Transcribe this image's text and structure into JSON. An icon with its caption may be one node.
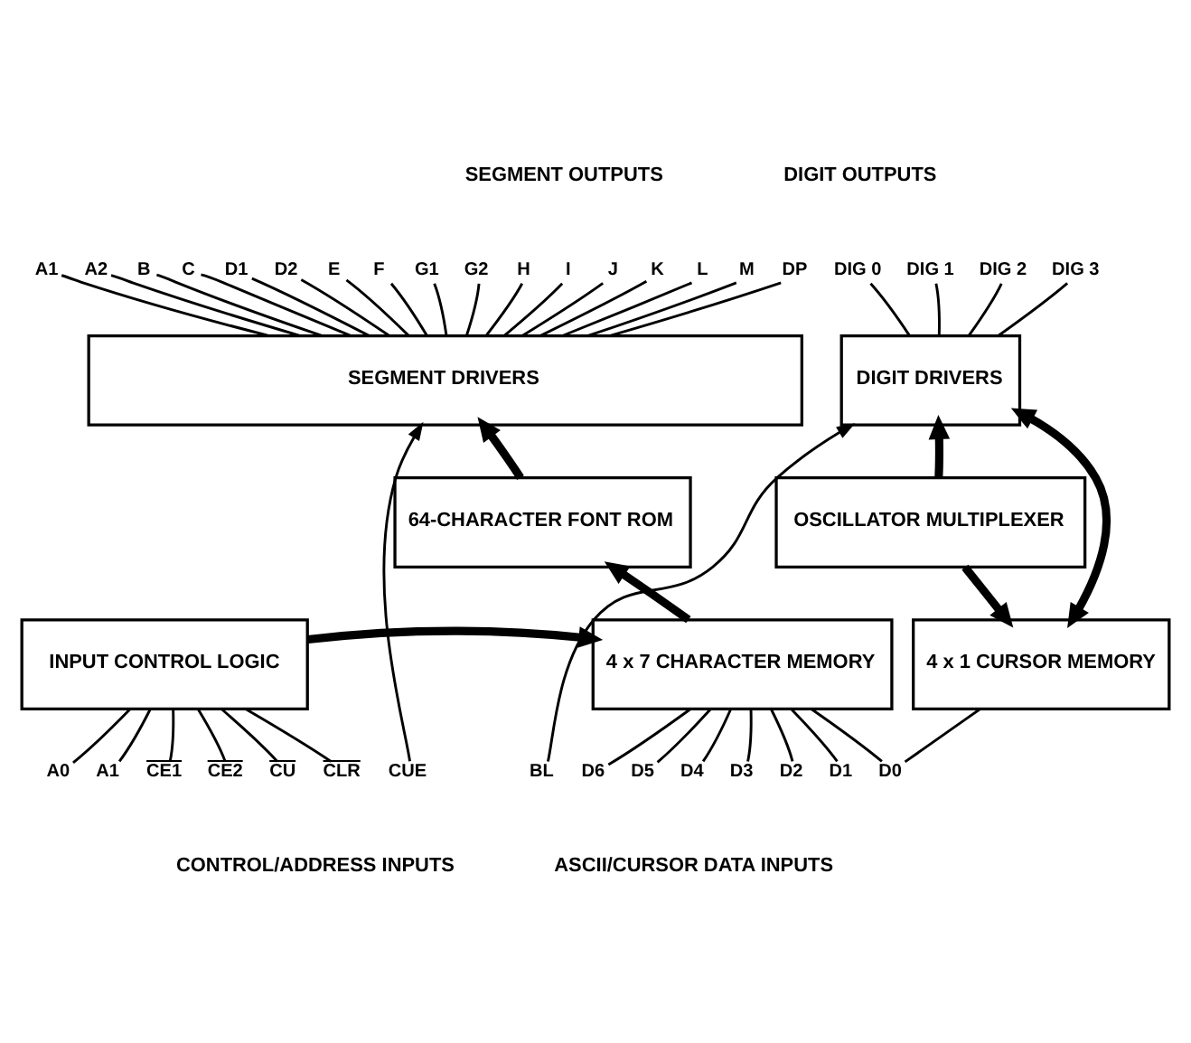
{
  "diagram": {
    "nodes": [
      {
        "text": [
          "A1"
        ]
      },
      {
        "text": [
          "A2"
        ]
      },
      {
        "text": [
          "B"
        ]
      },
      {
        "text": [
          "C"
        ]
      },
      {
        "text": [
          "D1"
        ]
      },
      {
        "text": [
          "D2"
        ]
      },
      {
        "text": [
          "E"
        ]
      },
      {
        "text": [
          "F"
        ]
      },
      {
        "text": [
          "G1"
        ]
      },
      {
        "text": [
          "G2"
        ]
      },
      {
        "text": [
          "H"
        ]
      },
      {
        "text": [
          "I"
        ]
      },
      {
        "text": [
          "J"
        ]
      },
      {
        "text": [
          "K"
        ]
      },
      {
        "text": [
          "L"
        ]
      },
      {
        "text": [
          "M"
        ]
      },
      {
        "text": [
          "DP"
        ]
      },
      {
        "text": [
          "DIG 0"
        ]
      },
      {
        "text": [
          "DIG 1"
        ]
      },
      {
        "text": [
          "DIG 2"
        ]
      },
      {
        "text": [
          "DIG 3"
        ]
      },
      {
        "text": [
          "SEGMENT DRIVERS"
        ]
      },
      {
        "text": [
          "DIGIT DRIVERS"
        ]
      },
      {
        "text": [
          "64-CHARACTER FONT ROM"
        ]
      },
      {
        "text": [
          "OSCILLATOR MULTIPLEXER"
        ]
      },
      {
        "text": [
          "INPUT CONTROL LOGIC"
        ]
      },
      {
        "text": [
          "4 x 7 CHARACTER MEMORY"
        ]
      },
      {
        "text": [
          "4 x 1 CURSOR MEMORY"
        ]
      },
      {
        "text": [
          "A0"
        ]
      },
      {
        "text": [
          "A1"
        ]
      },
      {
        "text": [
          "CE1"
        ]
      },
      {
        "text": [
          "CE2"
        ]
      },
      {
        "text": [
          "CU"
        ]
      },
      {
        "text": [
          "CLR"
        ]
      },
      {
        "text": [
          "CUE"
        ]
      },
      {
        "text": [
          "BL"
        ]
      },
      {
        "text": [
          "D6"
        ]
      },
      {
        "text": [
          "D5"
        ]
      },
      {
        "text": [
          "D4"
        ]
      },
      {
        "text": [
          "D3"
        ]
      },
      {
        "text": [
          "D2"
        ]
      },
      {
        "text": [
          "D1"
        ]
      },
      {
        "text": [
          "D0"
        ]
      }
    ],
    "edges": [
      {
        "from": 21,
        "to": 0,
        "arrow": "none"
      },
      {
        "from": 21,
        "to": 1,
        "arrow": "none"
      },
      {
        "from": 21,
        "to": 2,
        "arrow": "none"
      },
      {
        "from": 21,
        "to": 3,
        "arrow": "none"
      },
      {
        "from": 21,
        "to": 4,
        "arrow": "none"
      },
      {
        "from": 21,
        "to": 5,
        "arrow": "none"
      },
      {
        "from": 21,
        "to": 6,
        "arrow": "none"
      },
      {
        "from": 21,
        "to": 7,
        "arrow": "none"
      },
      {
        "from": 21,
        "to": 8,
        "arrow": "none"
      },
      {
        "from": 21,
        "to": 9,
        "arrow": "none"
      },
      {
        "from": 21,
        "to": 10,
        "arrow": "none"
      },
      {
        "from": 21,
        "to": 11,
        "arrow": "none"
      },
      {
        "from": 21,
        "to": 12,
        "arrow": "none"
      },
      {
        "from": 21,
        "to": 13,
        "arrow": "none"
      },
      {
        "from": 21,
        "to": 14,
        "arrow": "none"
      },
      {
        "from": 21,
        "to": 15,
        "arrow": "none"
      },
      {
        "from": 21,
        "to": 16,
        "arrow": "none"
      },
      {
        "from": 22,
        "to": 17,
        "arrow": "none"
      },
      {
        "from": 22,
        "to": 18,
        "arrow": "none"
      },
      {
        "from": 22,
        "to": 19,
        "arrow": "none"
      },
      {
        "from": 22,
        "to": 20,
        "arrow": "none"
      },
      {
        "from": 23,
        "to": 21,
        "arrow": "to",
        "style": "thick"
      },
      {
        "from": 26,
        "to": 23,
        "arrow": "to",
        "style": "thick"
      },
      {
        "from": 25,
        "to": 26,
        "arrow": "to",
        "style": "thick"
      },
      {
        "from": 22,
        "to": 27,
        "arrow": "both",
        "style": "thick"
      },
      {
        "from": 24,
        "to": 22,
        "arrow": "to",
        "style": "thick"
      },
      {
        "from": 24,
        "to": 27,
        "arrow": "to",
        "style": "thick"
      },
      {
        "from": 34,
        "to": 21,
        "arrow": "to"
      },
      {
        "from": 35,
        "to": 22,
        "arrow": "to"
      },
      {
        "from": 28,
        "to": 25,
        "arrow": "none"
      },
      {
        "from": 29,
        "to": 25,
        "arrow": "none"
      },
      {
        "from": 30,
        "to": 25,
        "arrow": "none"
      },
      {
        "from": 31,
        "to": 25,
        "arrow": "none"
      },
      {
        "from": 32,
        "to": 25,
        "arrow": "none"
      },
      {
        "from": 33,
        "to": 25,
        "arrow": "none"
      },
      {
        "from": 36,
        "to": 26,
        "arrow": "none"
      },
      {
        "from": 37,
        "to": 26,
        "arrow": "none"
      },
      {
        "from": 38,
        "to": 26,
        "arrow": "none"
      },
      {
        "from": 39,
        "to": 26,
        "arrow": "none"
      },
      {
        "from": 40,
        "to": 26,
        "arrow": "none"
      },
      {
        "from": 41,
        "to": 26,
        "arrow": "none"
      },
      {
        "from": 42,
        "to": 26,
        "arrow": "none"
      },
      {
        "from": 27,
        "to": 42,
        "arrow": "none"
      }
    ],
    "labels": [
      "SEGMENT OUTPUTS",
      "DIGIT OUTPUTS",
      "CONTROL/ADDRESS INPUTS",
      "ASCII/CURSOR DATA INPUTS"
    ]
  }
}
